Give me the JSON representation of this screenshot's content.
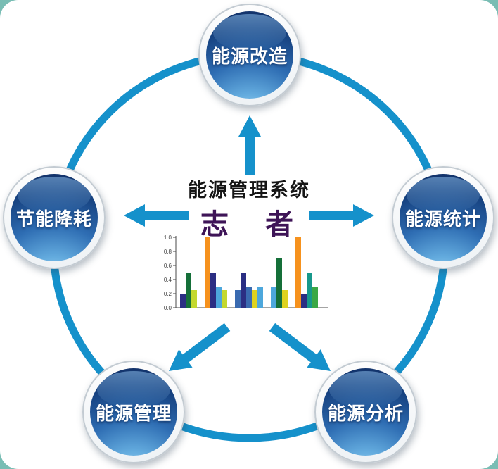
{
  "colors": {
    "accent": "#1591cb",
    "brand_text": "#3e1457",
    "title_text": "#151515",
    "card_bg": "#ffffff",
    "page_bg": "#79bdb4",
    "sphere_dark": "#112c61",
    "sphere_light": "#b9e7fb"
  },
  "center": {
    "title": "能源管理系统",
    "brand": "志　者"
  },
  "nodes": [
    {
      "id": "energy-retrofit",
      "label": "能源改造",
      "position": "top"
    },
    {
      "id": "energy-statistics",
      "label": "能源统计",
      "position": "right"
    },
    {
      "id": "energy-analysis",
      "label": "能源分析",
      "position": "bottom-right"
    },
    {
      "id": "energy-management",
      "label": "能源管理",
      "position": "bottom-left"
    },
    {
      "id": "energy-saving",
      "label": "节能降耗",
      "position": "left"
    }
  ],
  "chart_data": {
    "type": "bar",
    "title": "",
    "xlabel": "",
    "ylabel": "",
    "ylim": [
      0,
      1.0
    ],
    "yticks": [
      0.0,
      0.2,
      0.4,
      0.6,
      0.8,
      1.0
    ],
    "grid": false,
    "legend": false,
    "groups": [
      {
        "bars": [
          {
            "value": 0.2,
            "color": "#2b2e83"
          },
          {
            "value": 0.5,
            "color": "#156f39"
          },
          {
            "value": 0.25,
            "color": "#c3d82f"
          }
        ]
      },
      {
        "bars": [
          {
            "value": 1.0,
            "color": "#f6921e"
          },
          {
            "value": 0.5,
            "color": "#2b2e83"
          },
          {
            "value": 0.3,
            "color": "#4da7dc"
          },
          {
            "value": 0.25,
            "color": "#c3d82f"
          }
        ]
      },
      {
        "bars": [
          {
            "value": 0.25,
            "color": "#3a6ab0"
          },
          {
            "value": 0.5,
            "color": "#2b2e83"
          },
          {
            "value": 0.3,
            "color": "#3a6ab0"
          },
          {
            "value": 0.25,
            "color": "#ddd21f"
          },
          {
            "value": 0.3,
            "color": "#4da7dc"
          }
        ]
      },
      {
        "bars": [
          {
            "value": 0.3,
            "color": "#4da7dc"
          },
          {
            "value": 0.7,
            "color": "#156f39"
          },
          {
            "value": 0.25,
            "color": "#ddd21f"
          }
        ]
      },
      {
        "bars": [
          {
            "value": 1.0,
            "color": "#f6921e"
          },
          {
            "value": 0.2,
            "color": "#2b2e83"
          },
          {
            "value": 0.5,
            "color": "#17988b"
          },
          {
            "value": 0.3,
            "color": "#3aa845"
          }
        ]
      }
    ]
  }
}
